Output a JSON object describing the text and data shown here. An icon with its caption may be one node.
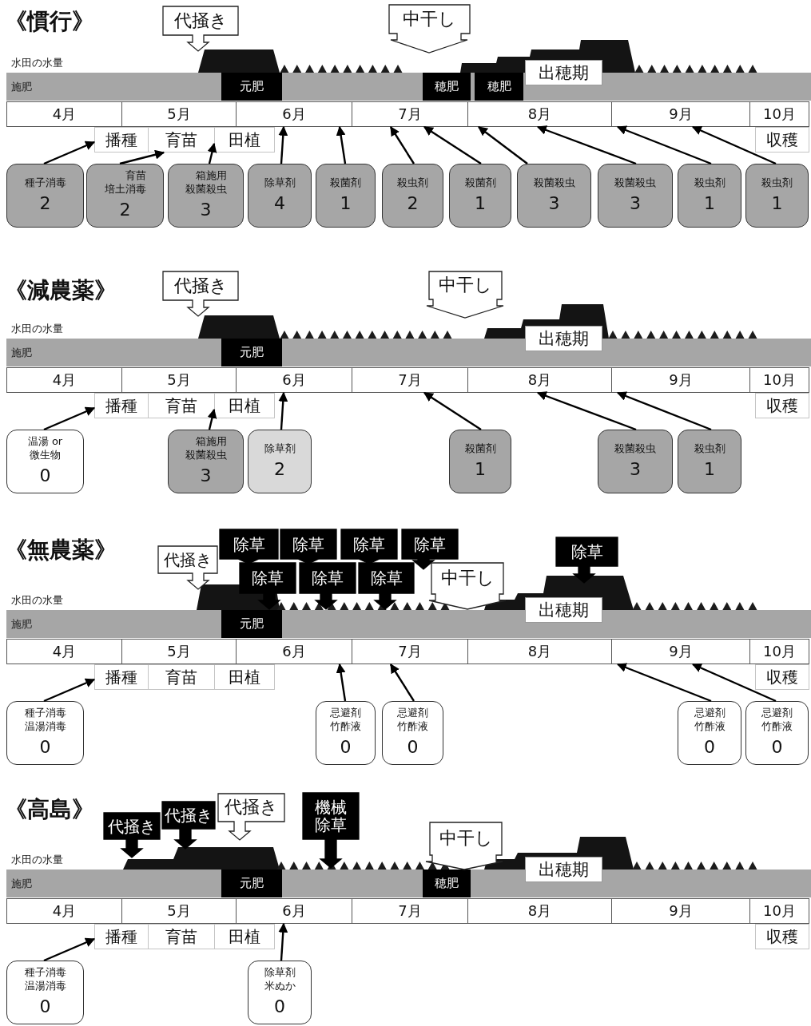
{
  "diagram": {
    "nodes": [
      {
        "text": [
          "代掻き"
        ]
      },
      {
        "text": [
          "中干し"
        ]
      },
      {
        "text": [
          "施肥"
        ]
      },
      {
        "text": [
          "元肥"
        ],
        "in": 2
      },
      {
        "text": [
          "穂肥"
        ],
        "in": 2
      },
      {
        "text": [
          "穂肥"
        ],
        "in": 2
      },
      {
        "text": [
          "出穂期"
        ]
      },
      {
        "text": [
          "4月"
        ]
      },
      {
        "text": [
          "5月"
        ]
      },
      {
        "text": [
          "6月"
        ]
      },
      {
        "text": [
          "7月"
        ]
      },
      {
        "text": [
          "8月"
        ]
      },
      {
        "text": [
          "9月"
        ]
      },
      {
        "text": [
          "10月"
        ]
      },
      {
        "text": [
          "播種"
        ]
      },
      {
        "text": [
          "育苗"
        ]
      },
      {
        "text": [
          "田植"
        ]
      },
      {
        "text": [
          "収穫"
        ]
      },
      {
        "text": [
          "種子消毒",
          "2"
        ]
      },
      {
        "text": [
          "育苗培土消毒",
          "2"
        ]
      },
      {
        "text": [
          "箱施用殺菌殺虫",
          "3"
        ]
      },
      {
        "text": [
          "除草剤",
          "4"
        ]
      },
      {
        "text": [
          "殺菌剤",
          "1"
        ]
      },
      {
        "text": [
          "殺虫剤",
          "2"
        ]
      },
      {
        "text": [
          "殺菌剤",
          "1"
        ]
      },
      {
        "text": [
          "殺菌殺虫",
          "3"
        ]
      },
      {
        "text": [
          "殺菌殺虫",
          "3"
        ]
      },
      {
        "text": [
          "殺虫剤",
          "1"
        ]
      },
      {
        "text": [
          "殺虫剤",
          "1"
        ]
      },
      {
        "text": [
          "代掻き"
        ]
      },
      {
        "text": [
          "中干し"
        ]
      },
      {
        "text": [
          "施肥"
        ]
      },
      {
        "text": [
          "元肥"
        ],
        "in": 31
      },
      {
        "text": [
          "出穂期"
        ]
      },
      {
        "text": [
          "4月"
        ]
      },
      {
        "text": [
          "5月"
        ]
      },
      {
        "text": [
          "6月"
        ]
      },
      {
        "text": [
          "7月"
        ]
      },
      {
        "text": [
          "8月"
        ]
      },
      {
        "text": [
          "9月"
        ]
      },
      {
        "text": [
          "10月"
        ]
      },
      {
        "text": [
          "播種"
        ]
      },
      {
        "text": [
          "育苗"
        ]
      },
      {
        "text": [
          "田植"
        ]
      },
      {
        "text": [
          "収穫"
        ]
      },
      {
        "text": [
          "温湯 or 微生物",
          "0"
        ]
      },
      {
        "text": [
          "箱施用殺菌殺虫",
          "3"
        ]
      },
      {
        "text": [
          "除草剤",
          "2"
        ]
      },
      {
        "text": [
          "殺菌剤",
          "1"
        ]
      },
      {
        "text": [
          "殺菌殺虫",
          "3"
        ]
      },
      {
        "text": [
          "殺虫剤",
          "1"
        ]
      },
      {
        "text": [
          "除草"
        ]
      },
      {
        "text": [
          "除草"
        ]
      },
      {
        "text": [
          "除草"
        ]
      },
      {
        "text": [
          "除草"
        ]
      },
      {
        "text": [
          "除草"
        ]
      },
      {
        "text": [
          "代掻き"
        ]
      },
      {
        "text": [
          "除草"
        ]
      },
      {
        "text": [
          "除草"
        ]
      },
      {
        "text": [
          "除草"
        ]
      },
      {
        "text": [
          "中干し"
        ]
      },
      {
        "text": [
          "施肥"
        ]
      },
      {
        "text": [
          "元肥"
        ],
        "in": 61
      },
      {
        "text": [
          "出穂期"
        ]
      },
      {
        "text": [
          "4月"
        ]
      },
      {
        "text": [
          "5月"
        ]
      },
      {
        "text": [
          "6月"
        ]
      },
      {
        "text": [
          "7月"
        ]
      },
      {
        "text": [
          "8月"
        ]
      },
      {
        "text": [
          "9月"
        ]
      },
      {
        "text": [
          "10月"
        ]
      },
      {
        "text": [
          "播種"
        ]
      },
      {
        "text": [
          "育苗"
        ]
      },
      {
        "text": [
          "田植"
        ]
      },
      {
        "text": [
          "収穫"
        ]
      },
      {
        "text": [
          "種子消毒温湯消毒",
          "0"
        ]
      },
      {
        "text": [
          "忌避剤竹酢液",
          "0"
        ]
      },
      {
        "text": [
          "忌避剤竹酢液",
          "0"
        ]
      },
      {
        "text": [
          "忌避剤竹酢液",
          "0"
        ]
      },
      {
        "text": [
          "忌避剤竹酢液",
          "0"
        ]
      },
      {
        "text": [
          "代掻き"
        ]
      },
      {
        "text": [
          "代掻き"
        ]
      },
      {
        "text": [
          "代掻き"
        ]
      },
      {
        "text": [
          "機械除草"
        ]
      },
      {
        "text": [
          "中干し"
        ]
      },
      {
        "text": [
          "施肥"
        ]
      },
      {
        "text": [
          "元肥"
        ],
        "in": 85
      },
      {
        "text": [
          "穂肥"
        ],
        "in": 85
      },
      {
        "text": [
          "出穂期"
        ]
      },
      {
        "text": [
          "4月"
        ]
      },
      {
        "text": [
          "5月"
        ]
      },
      {
        "text": [
          "6月"
        ]
      },
      {
        "text": [
          "7月"
        ]
      },
      {
        "text": [
          "8月"
        ]
      },
      {
        "text": [
          "9月"
        ]
      },
      {
        "text": [
          "10月"
        ]
      },
      {
        "text": [
          "播種"
        ]
      },
      {
        "text": [
          "育苗"
        ]
      },
      {
        "text": [
          "田植"
        ]
      },
      {
        "text": [
          "収穫"
        ]
      },
      {
        "text": [
          "種子消毒温湯消毒",
          "0"
        ]
      },
      {
        "text": [
          "除草剤米ぬか",
          "0"
        ]
      }
    ],
    "edges": [
      {
        "from": 18,
        "to": 14,
        "arrow": "to"
      },
      {
        "from": 19,
        "to": 15,
        "arrow": "to"
      },
      {
        "from": 20,
        "to": 16,
        "arrow": "to"
      },
      {
        "from": 21,
        "to": 9,
        "arrow": "to"
      },
      {
        "from": 22,
        "to": 9,
        "arrow": "to"
      },
      {
        "from": 23,
        "to": 10,
        "arrow": "to"
      },
      {
        "from": 24,
        "to": 10,
        "arrow": "to"
      },
      {
        "from": 25,
        "to": 11,
        "arrow": "to"
      },
      {
        "from": 26,
        "to": 11,
        "arrow": "to"
      },
      {
        "from": 27,
        "to": 12,
        "arrow": "to"
      },
      {
        "from": 28,
        "to": 12,
        "arrow": "to"
      },
      {
        "from": 45,
        "to": 41,
        "arrow": "to"
      },
      {
        "from": 46,
        "to": 43,
        "arrow": "to"
      },
      {
        "from": 47,
        "to": 36,
        "arrow": "to"
      },
      {
        "from": 48,
        "to": 37,
        "arrow": "to"
      },
      {
        "from": 49,
        "to": 38,
        "arrow": "to"
      },
      {
        "from": 50,
        "to": 39,
        "arrow": "to"
      },
      {
        "from": 75,
        "to": 71,
        "arrow": "to"
      },
      {
        "from": 76,
        "to": 66,
        "arrow": "to"
      },
      {
        "from": 77,
        "to": 67,
        "arrow": "to"
      },
      {
        "from": 78,
        "to": 69,
        "arrow": "to"
      },
      {
        "from": 79,
        "to": 69,
        "arrow": "to"
      },
      {
        "from": 100,
        "to": 96,
        "arrow": "to"
      },
      {
        "from": 101,
        "to": 91,
        "arrow": "to"
      }
    ],
    "labels": [
      "《慣行》",
      "水田の水量",
      "《減農薬》",
      "水田の水量",
      "《無農薬》",
      "水田の水量",
      "《高島》",
      "水田の水量"
    ]
  }
}
